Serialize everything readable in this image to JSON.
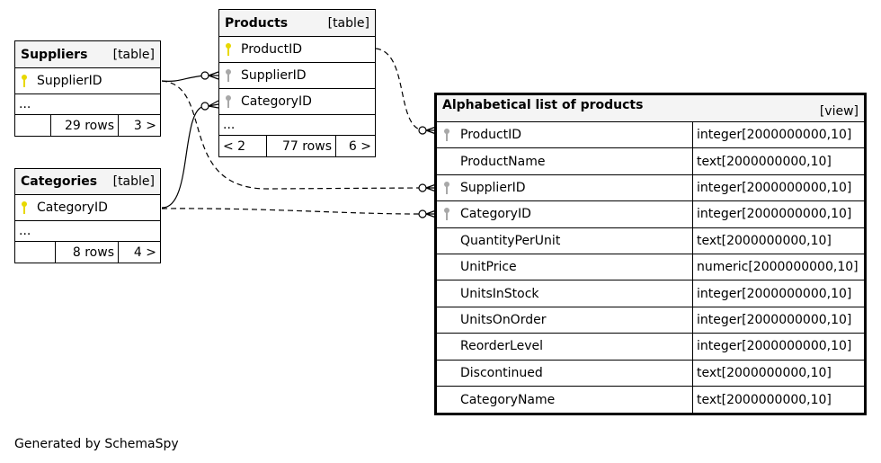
{
  "suppliers": {
    "name": "Suppliers",
    "kind": "[table]",
    "columns": [
      {
        "name": "SupplierID",
        "key": "primary"
      }
    ],
    "more": "...",
    "footer": {
      "left": "",
      "rows": "29 rows",
      "right": "3 >"
    }
  },
  "categories": {
    "name": "Categories",
    "kind": "[table]",
    "columns": [
      {
        "name": "CategoryID",
        "key": "primary"
      }
    ],
    "more": "...",
    "footer": {
      "left": "",
      "rows": "8 rows",
      "right": "4 >"
    }
  },
  "products": {
    "name": "Products",
    "kind": "[table]",
    "columns": [
      {
        "name": "ProductID",
        "key": "primary"
      },
      {
        "name": "SupplierID",
        "key": "foreign"
      },
      {
        "name": "CategoryID",
        "key": "foreign"
      }
    ],
    "more": "...",
    "footer": {
      "left": "< 2",
      "rows": "77 rows",
      "right": "6 >"
    }
  },
  "view": {
    "name": "Alphabetical list of products",
    "kind": "[view]",
    "columns": [
      {
        "name": "ProductID",
        "type": "integer[2000000000,10]",
        "key": "foreign"
      },
      {
        "name": "ProductName",
        "type": "text[2000000000,10]",
        "key": "none"
      },
      {
        "name": "SupplierID",
        "type": "integer[2000000000,10]",
        "key": "foreign"
      },
      {
        "name": "CategoryID",
        "type": "integer[2000000000,10]",
        "key": "foreign"
      },
      {
        "name": "QuantityPerUnit",
        "type": "text[2000000000,10]",
        "key": "none"
      },
      {
        "name": "UnitPrice",
        "type": "numeric[2000000000,10]",
        "key": "none"
      },
      {
        "name": "UnitsInStock",
        "type": "integer[2000000000,10]",
        "key": "none"
      },
      {
        "name": "UnitsOnOrder",
        "type": "integer[2000000000,10]",
        "key": "none"
      },
      {
        "name": "ReorderLevel",
        "type": "integer[2000000000,10]",
        "key": "none"
      },
      {
        "name": "Discontinued",
        "type": "text[2000000000,10]",
        "key": "none"
      },
      {
        "name": "CategoryName",
        "type": "text[2000000000,10]",
        "key": "none"
      }
    ]
  },
  "footer_text": "Generated by SchemaSpy",
  "colors": {
    "primary_key": "#e8d800",
    "foreign_key": "#a8a8a8",
    "header_bg": "#f4f4f4"
  }
}
